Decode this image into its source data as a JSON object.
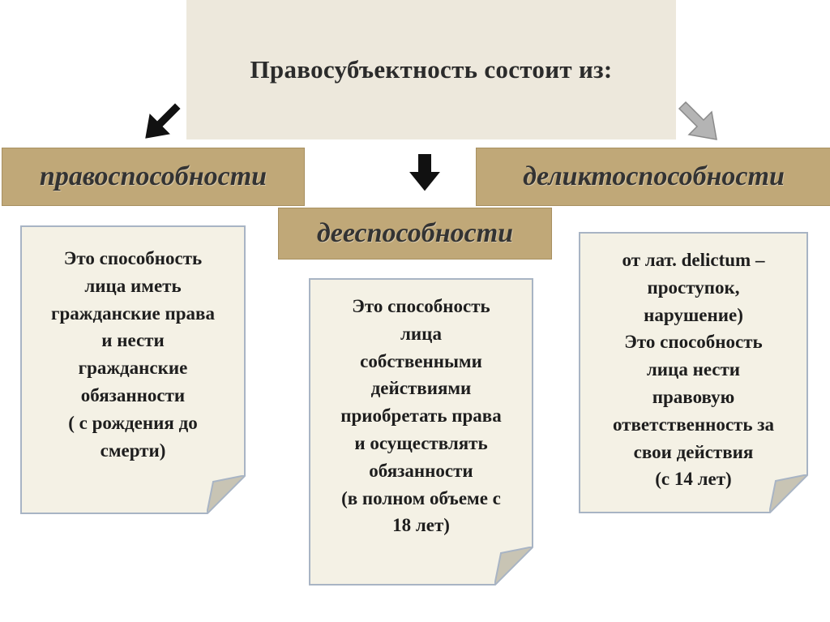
{
  "title": "Правосубъектность состоит из:",
  "branches": {
    "left": {
      "label": "правоспособности",
      "description": "Это  способность\nлица иметь\nгражданские права\nи нести\nгражданские\nобязанности\n( с рождения до\nсмерти)"
    },
    "middle": {
      "label": "дееспособности",
      "description": "Это  способность\nлица\nсобственными\nдействиями\nприобретать права\nи осуществлять\nобязанности\n(в полном объеме с\n18 лет)"
    },
    "right": {
      "label": "деликтоспособности",
      "description": "от лат. delictum –\nпроступок,\nнарушение)\nЭто способность\nлица нести\nправовую\nответственность за\nсвои действия\n(с 14 лет)"
    }
  },
  "colors": {
    "title_bg": "#ede8dc",
    "bar_bg": "#c0a878",
    "note_bg": "#f4f1e5",
    "note_border": "#a8b4c4",
    "arrow_dark": "#111111",
    "arrow_light": "#b4b4b4"
  },
  "icons": [
    "arrow-down-left-icon",
    "arrow-down-icon",
    "arrow-down-right-icon",
    "folded-corner-icon"
  ]
}
